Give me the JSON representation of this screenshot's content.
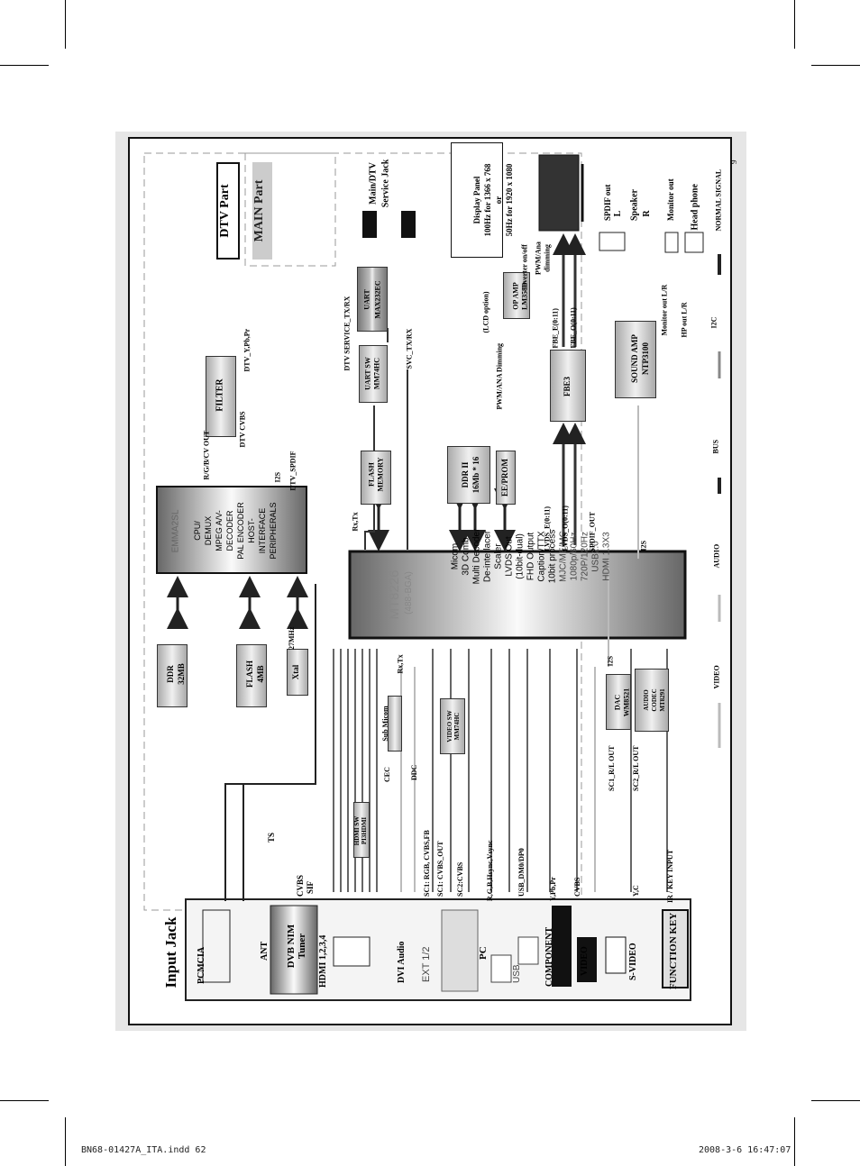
{
  "footer": {
    "file": "BN68-01427A_ITA.indd   62",
    "date": "2008-3-6    16:47:07",
    "page_mark": "9"
  },
  "labels": {
    "dtv_part": "DTV Part",
    "main_part": "MAIN Part",
    "input_jack": "Input Jack",
    "pcmcia": "PCMCIA",
    "ant": "ANT",
    "dvb_nim": "DVB NIM",
    "tuner": "Tuner",
    "hdmi_in": "HDMI 1,2,3,4",
    "dvi_audio": "DVI Audio",
    "ext": "EXT 1/2",
    "pc": "PC",
    "usb": "USB",
    "component": "COMPONENT",
    "video": "VIDEO",
    "s_video": "S-VIDEO",
    "function_key": "FUNCTION KEY",
    "ddr32": [
      "DDR",
      "32MB"
    ],
    "flash4": [
      "FLASH",
      "4MB"
    ],
    "xtal": "Xtal",
    "mhz27": "27MHz",
    "ts": "TS",
    "cvbs": "CVBS",
    "sif": "SIF",
    "sub_micom": "Sub Micom",
    "cec": "CEC",
    "ddc": "DDC",
    "hdmi_sw": [
      "HDMI SW",
      "PI3HDMI"
    ],
    "video_sw": [
      "VIDEO SW",
      "MM74HC"
    ],
    "sc1_rgb": "SC1: RGB, CVBS,FB",
    "sc1_out": "SC1: CVBS_OUT",
    "sc2": "SC2:CVBS",
    "rgb_sync": "R,G,B,Hsync,Vsync",
    "usb_dm": "USB_DM0/DP0",
    "ypbpr": "Y,Pb,Pr",
    "cvbs2": "CVBS",
    "yc": "Y,C",
    "ir": "IR / KEY INPUT",
    "sc1_rl": "SC1_R/L OUT",
    "sc2_rl": "SC2_R/L OUT",
    "dac": [
      "DAC",
      "WM8521"
    ],
    "audio_codec": [
      "AUDIO",
      "CODEC",
      "MT8291"
    ],
    "i2s": "I2S",
    "emma": [
      "EMMA2SL",
      "CPU/",
      "DEMUX",
      "MPEG A/V-",
      "DECODER",
      "PAL ENCODER",
      "HOST-",
      "INTERFACE",
      "PERIPHERALS"
    ],
    "rgb_cvout": "R/G/B/CV OUT",
    "dtv_cvbs": "DTV CVBS",
    "i2s2": "I2S",
    "dtv_spdif": "DTV_SPDIF",
    "filter": "FILTER",
    "dtv_ypbpr": "DTV_Y,Pb,Pr",
    "rx_tx": "Rx,Tx",
    "flash_memory": [
      "FLASH",
      "MEMORY"
    ],
    "ddr16": [
      "DDR II",
      "16Mb * 16"
    ],
    "eeprom": "EE/PROM",
    "uart_sw": [
      "UART SW",
      "MM74HC"
    ],
    "uart": [
      "UART",
      "MAX232EC"
    ],
    "dtv_service": "DTV SERVICE_TX/RX",
    "svc_txrx": "SVC_TX/RX",
    "service_jack": [
      "Main/DTV",
      "Service Jack"
    ],
    "mt8226": [
      "MT8226",
      "(488-BGA)"
    ],
    "mt_features": [
      "Micom",
      "3D Comb",
      "Multi Decoder",
      "De-interlacer",
      "Scaler",
      "LVDS Out",
      "(10bit-dual)",
      "FHD Output",
      "Caption/TTX",
      "10bit process",
      "MJC/ME/MC",
      "1080p/60Hz",
      "720P/120Hz",
      "USB2.0",
      "HDMI 1.3X3"
    ],
    "lvds_e": "LVDS_E(0:11)",
    "lvds_o": "LVDS_O(0:11)",
    "spdif_out": "SPDIF_OUT",
    "i2s3": "I2S",
    "fbe3": "FBE3",
    "pwm_dimming": "PWM/ANA Dimming",
    "op_amp": [
      "OP AMP",
      "LM358D"
    ],
    "lcd_option": "(LCD option)",
    "fbe_e": "FBE_E(0:11)",
    "fbe_o": "FBE_O(0:11)",
    "inverter": [
      "Inverter on/off",
      "PWM/Ana",
      "dimming"
    ],
    "display_panel": [
      "Display Panel",
      "100Hz for 1366 x 768",
      "or",
      "50Hz for 1920 x 1080"
    ],
    "sound_amp": [
      "SOUND AMP",
      "NTP3100"
    ],
    "spdif_outj": "SPDIF out",
    "speaker": [
      "L",
      "Speaker",
      "R"
    ],
    "monitor_out": "Monitor out",
    "monitor_lr": "Monitor out L/R",
    "head_phone": "Head phone",
    "hp_lr": "HP out L/R",
    "legend": [
      "VIDEO",
      "AUDIO",
      "BUS",
      "I2C",
      "NORMAL SIGNAL"
    ]
  }
}
